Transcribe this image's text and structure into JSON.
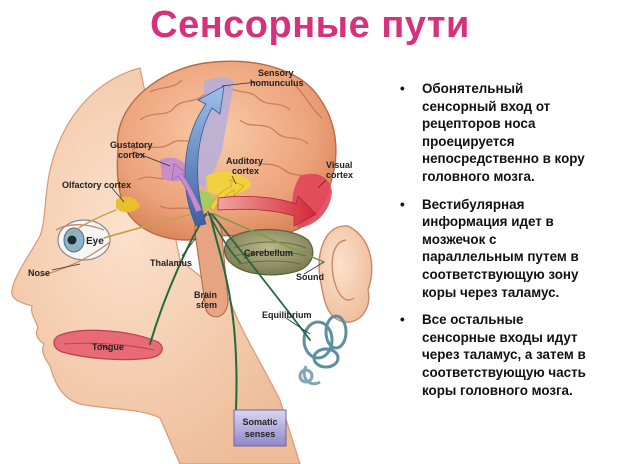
{
  "title": "Сенсорные пути",
  "bullets": [
    {
      "text": "Обонятельный\nсенсорный вход от\nрецепторов носа\nпроецируется\nнепосредственно в кору\nголовного мозга."
    },
    {
      "text": "Вестибулярная\nинформация идет в\nмозжечок с\nпараллельным путем в\nсоответствующую зону\nкоры через таламус."
    },
    {
      "text": "Все остальные\nсенсорные входы идут\nчерез таламус, а затем в\nсоответствующую часть\nкоры головного мозга."
    }
  ],
  "bullet_marker": "•",
  "labels": {
    "sensory_homunculus_1": "Sensory",
    "sensory_homunculus_2": "homunculus",
    "gustatory_cortex_1": "Gustatory",
    "gustatory_cortex_2": "cortex",
    "auditory_cortex_1": "Auditory",
    "auditory_cortex_2": "cortex",
    "visual_cortex_1": "Visual",
    "visual_cortex_2": "cortex",
    "olfactory_cortex": "Olfactory cortex",
    "eye": "Eye",
    "nose": "Nose",
    "thalamus": "Thalamus",
    "cerebellum": "Cerebellum",
    "sound": "Sound",
    "brain_stem_1": "Brain",
    "brain_stem_2": "stem",
    "equilibrium": "Equilibrium",
    "tongue": "Tongue",
    "somatic_senses_1": "Somatic",
    "somatic_senses_2": "senses"
  },
  "colors": {
    "title": "#d6317c",
    "skin": "#f4c9a8",
    "brain": "#f0b48e",
    "cerebellum": "#9b9a6e",
    "visual": "#e2475a",
    "auditory": "#f2d23c",
    "gustatory": "#c48bd0",
    "olfactory": "#e9c02b",
    "somatosensory": "#b4aedc",
    "pathway_blue": "#5f86c6",
    "nerve_green": "#1f6b3e",
    "tongue": "#e86a76"
  }
}
